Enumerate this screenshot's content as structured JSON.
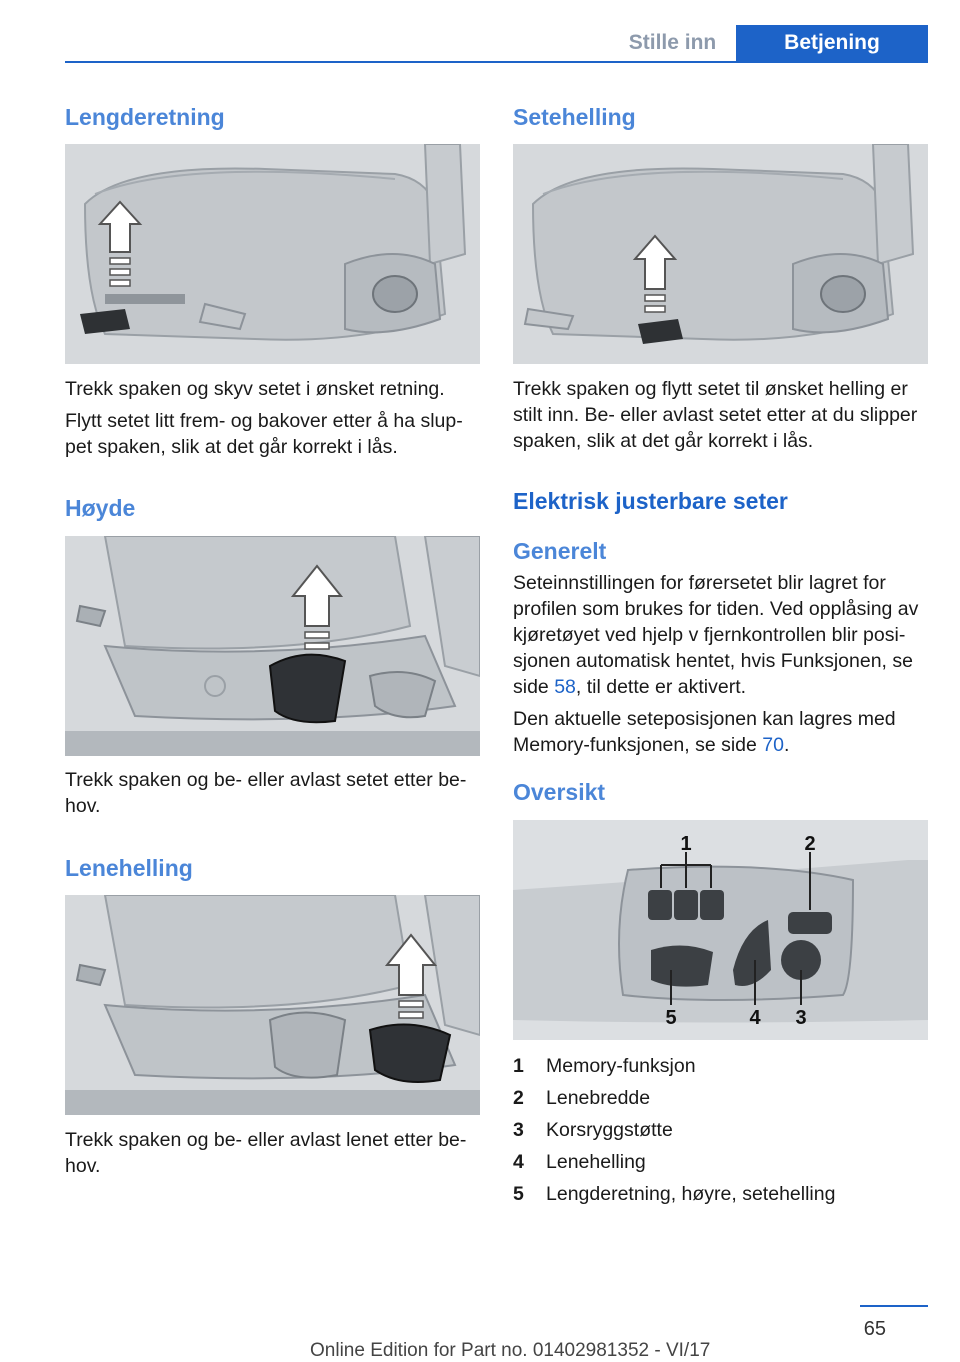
{
  "header": {
    "tab_left": "Stille inn",
    "tab_right": "Betjening"
  },
  "left": {
    "section1": {
      "title": "Lengderetning",
      "p1": "Trekk spaken og skyv setet i ønsket retning.",
      "p2a": "Flytt setet litt frem- og bakover etter å ha slup-",
      "p2b": "pet spaken, slik at det går korrekt i lås."
    },
    "section2": {
      "title": "Høyde",
      "p1a": "Trekk spaken og be- eller avlast setet etter be-",
      "p1b": "hov."
    },
    "section3": {
      "title": "Lenehelling",
      "p1a": "Trekk spaken og be- eller avlast lenet etter be-",
      "p1b": "hov."
    }
  },
  "right": {
    "section1": {
      "title": "Setehelling",
      "p1a": "Trekk spaken og flytt setet til ønsket helling er",
      "p1b": "stilt inn. Be- eller avlast setet etter at du slipper",
      "p1c": "spaken, slik at det går korrekt i lås."
    },
    "section2": {
      "title": "Elektrisk justerbare seter",
      "sub": "Generelt",
      "p1a": "Seteinnstillingen for førersetet blir lagret for",
      "p1b": "profilen som brukes for tiden. Ved opplåsing av",
      "p1c": "kjøretøyet ved hjelp v fjernkontrollen blir posi-",
      "p1d": "sjonen automatisk hentet, hvis Funksjonen, se",
      "p1e_pre": "side ",
      "p1e_link": "58",
      "p1e_post": ", til dette er aktivert.",
      "p2a": "Den aktuelle seteposisjonen kan lagres med",
      "p2b_pre": "Memory-funksjonen, se side ",
      "p2b_link": "70",
      "p2b_post": "."
    },
    "section3": {
      "title": "Oversikt",
      "figure_labels": [
        "1",
        "2",
        "3",
        "4",
        "5"
      ],
      "legend": [
        {
          "num": "1",
          "text": "Memory-funksjon"
        },
        {
          "num": "2",
          "text": "Lenebredde"
        },
        {
          "num": "3",
          "text": "Korsryggstøtte"
        },
        {
          "num": "4",
          "text": "Lenehelling"
        },
        {
          "num": "5",
          "text": "Lengderetning, høyre, setehelling"
        }
      ]
    }
  },
  "footer": {
    "page": "65",
    "edition": "Online Edition for Part no. 01402981352 - VI/17"
  }
}
